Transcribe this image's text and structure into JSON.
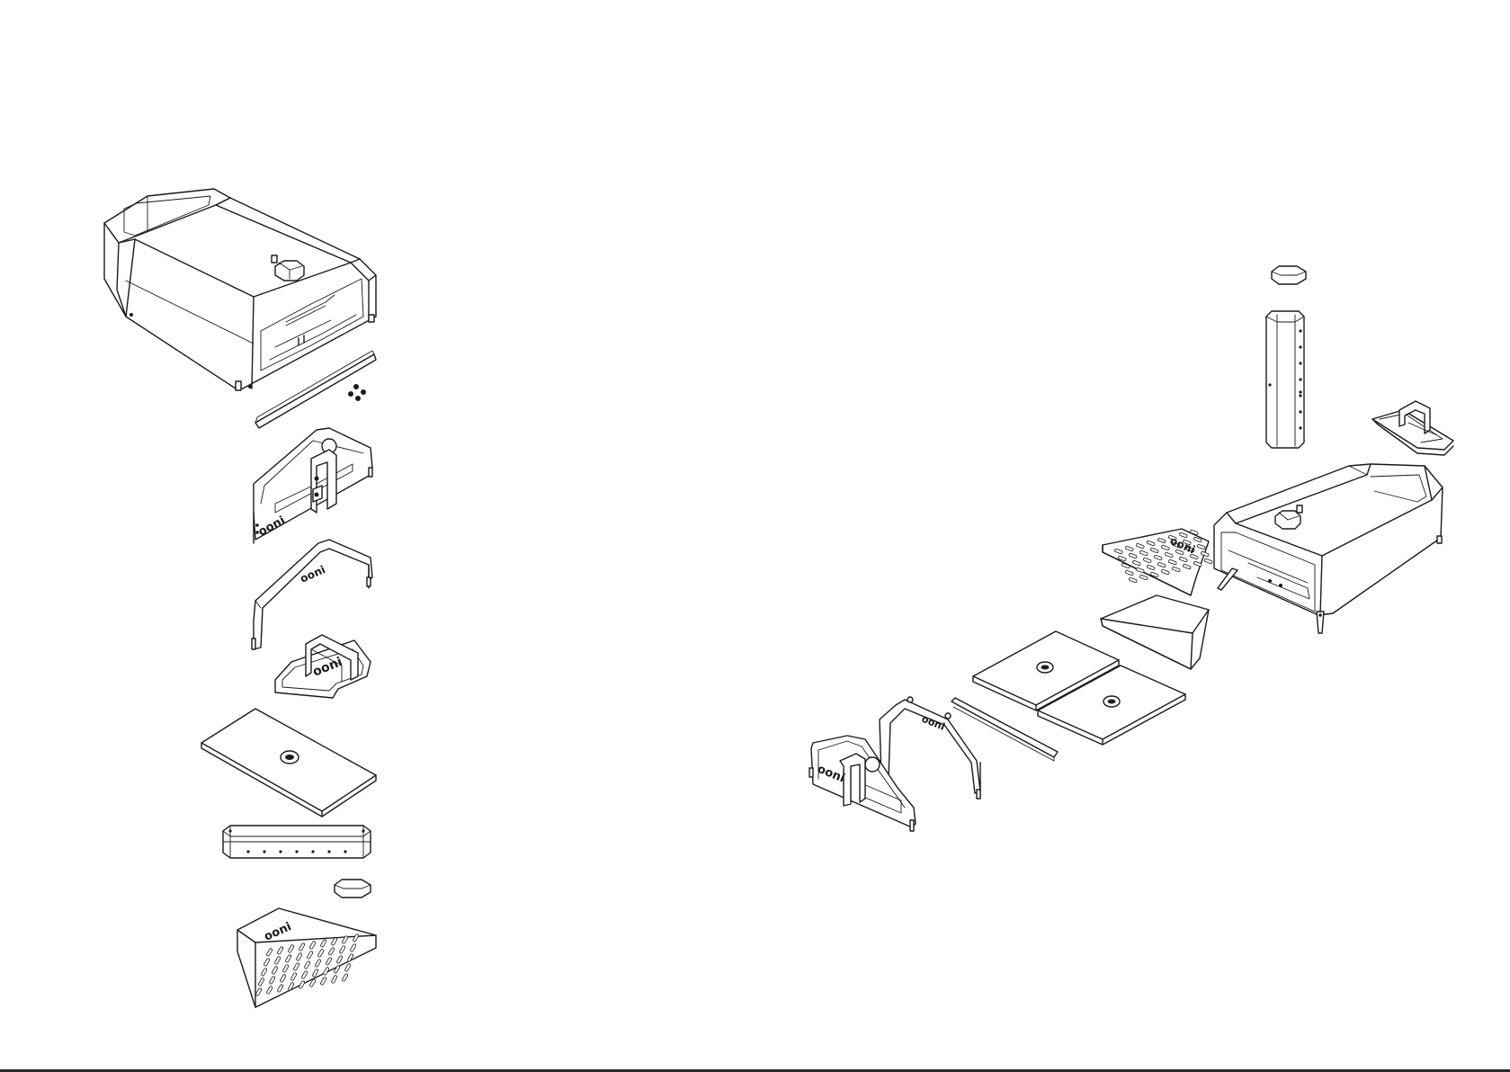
{
  "diagram": {
    "brand_mark": "ooni",
    "colors": {
      "background": "#ffffff",
      "line": "#1a1a1a",
      "rule": "#2a2a2a"
    },
    "layout_description": "Parts list column (left) and exploded assembly view (right) of a portable pizza oven",
    "parts": [
      {
        "id": "oven-body",
        "icon": "oven-body-icon"
      },
      {
        "id": "fuel-hatch-rail",
        "icon": "rail-icon"
      },
      {
        "id": "screws",
        "icon": "screw-icon"
      },
      {
        "id": "front-door",
        "icon": "door-icon"
      },
      {
        "id": "rear-baffle",
        "icon": "baffle-icon"
      },
      {
        "id": "fuel-hatch",
        "icon": "hatch-icon"
      },
      {
        "id": "baking-stone",
        "icon": "stone-icon"
      },
      {
        "id": "chimney",
        "icon": "chimney-icon"
      },
      {
        "id": "chimney-cap",
        "icon": "cap-icon"
      },
      {
        "id": "fuel-tray",
        "icon": "tray-icon"
      }
    ]
  }
}
